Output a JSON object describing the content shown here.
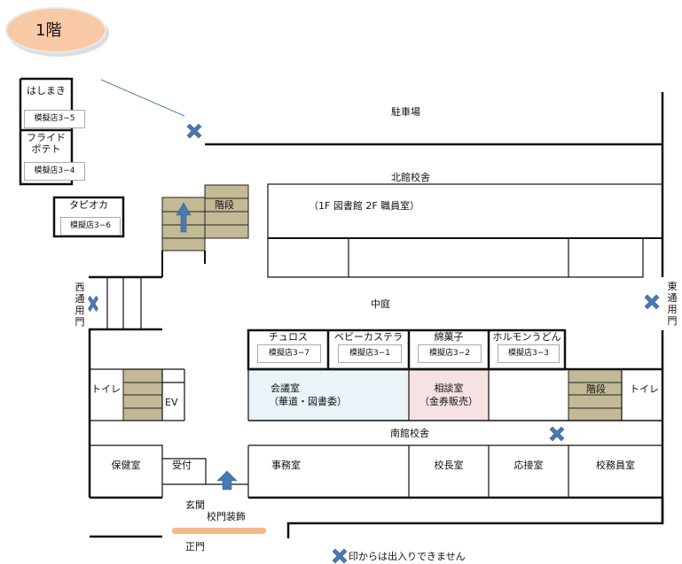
{
  "floor_label": "1階",
  "outdoor": {
    "parking": "駐車場",
    "courtyard": "中庭",
    "west_gate": "西通用門",
    "east_gate": "東通用門",
    "entrance": "玄関",
    "gate_decoration": "校門装飾",
    "main_gate": "正門"
  },
  "buildings": {
    "north": "北館校舎",
    "north_note": "（1F  図書館    2F  職員室）",
    "south": "南館校舎"
  },
  "stalls": [
    {
      "name": "はしまき",
      "id": "模擬店3−5"
    },
    {
      "name": "フライド\nポテト",
      "id": "模擬店3−4"
    },
    {
      "name": "タピオカ",
      "id": "模擬店3−6"
    },
    {
      "name": "チュロス",
      "id": "模擬店3−7"
    },
    {
      "name": "ベビーカステラ",
      "id": "模擬店3−1"
    },
    {
      "name": "綿菓子",
      "id": "模擬店3−2"
    },
    {
      "name": "ホルモンうどん",
      "id": "模擬店3−3"
    }
  ],
  "rooms": {
    "stairs": "階段",
    "toilet": "トイレ",
    "ev": "EV",
    "meeting": "会議室",
    "meeting_note": "（華道・図書委）",
    "consult": "相談室",
    "consult_note": "（金券販売）",
    "health": "保健室",
    "reception": "受付",
    "office": "事務室",
    "principal": "校長室",
    "reception_room": "応接室",
    "custodian": "校務員室"
  },
  "legend": "印からは出入りできません",
  "colors": {
    "stairs": "#c3b995",
    "meeting": "#eaf3f8",
    "consult": "#f6e2e2",
    "oval": "#f8c9a4",
    "cross": "#4a78b0",
    "arrow": "#4a78b0",
    "decoration": "#f5b98a"
  }
}
